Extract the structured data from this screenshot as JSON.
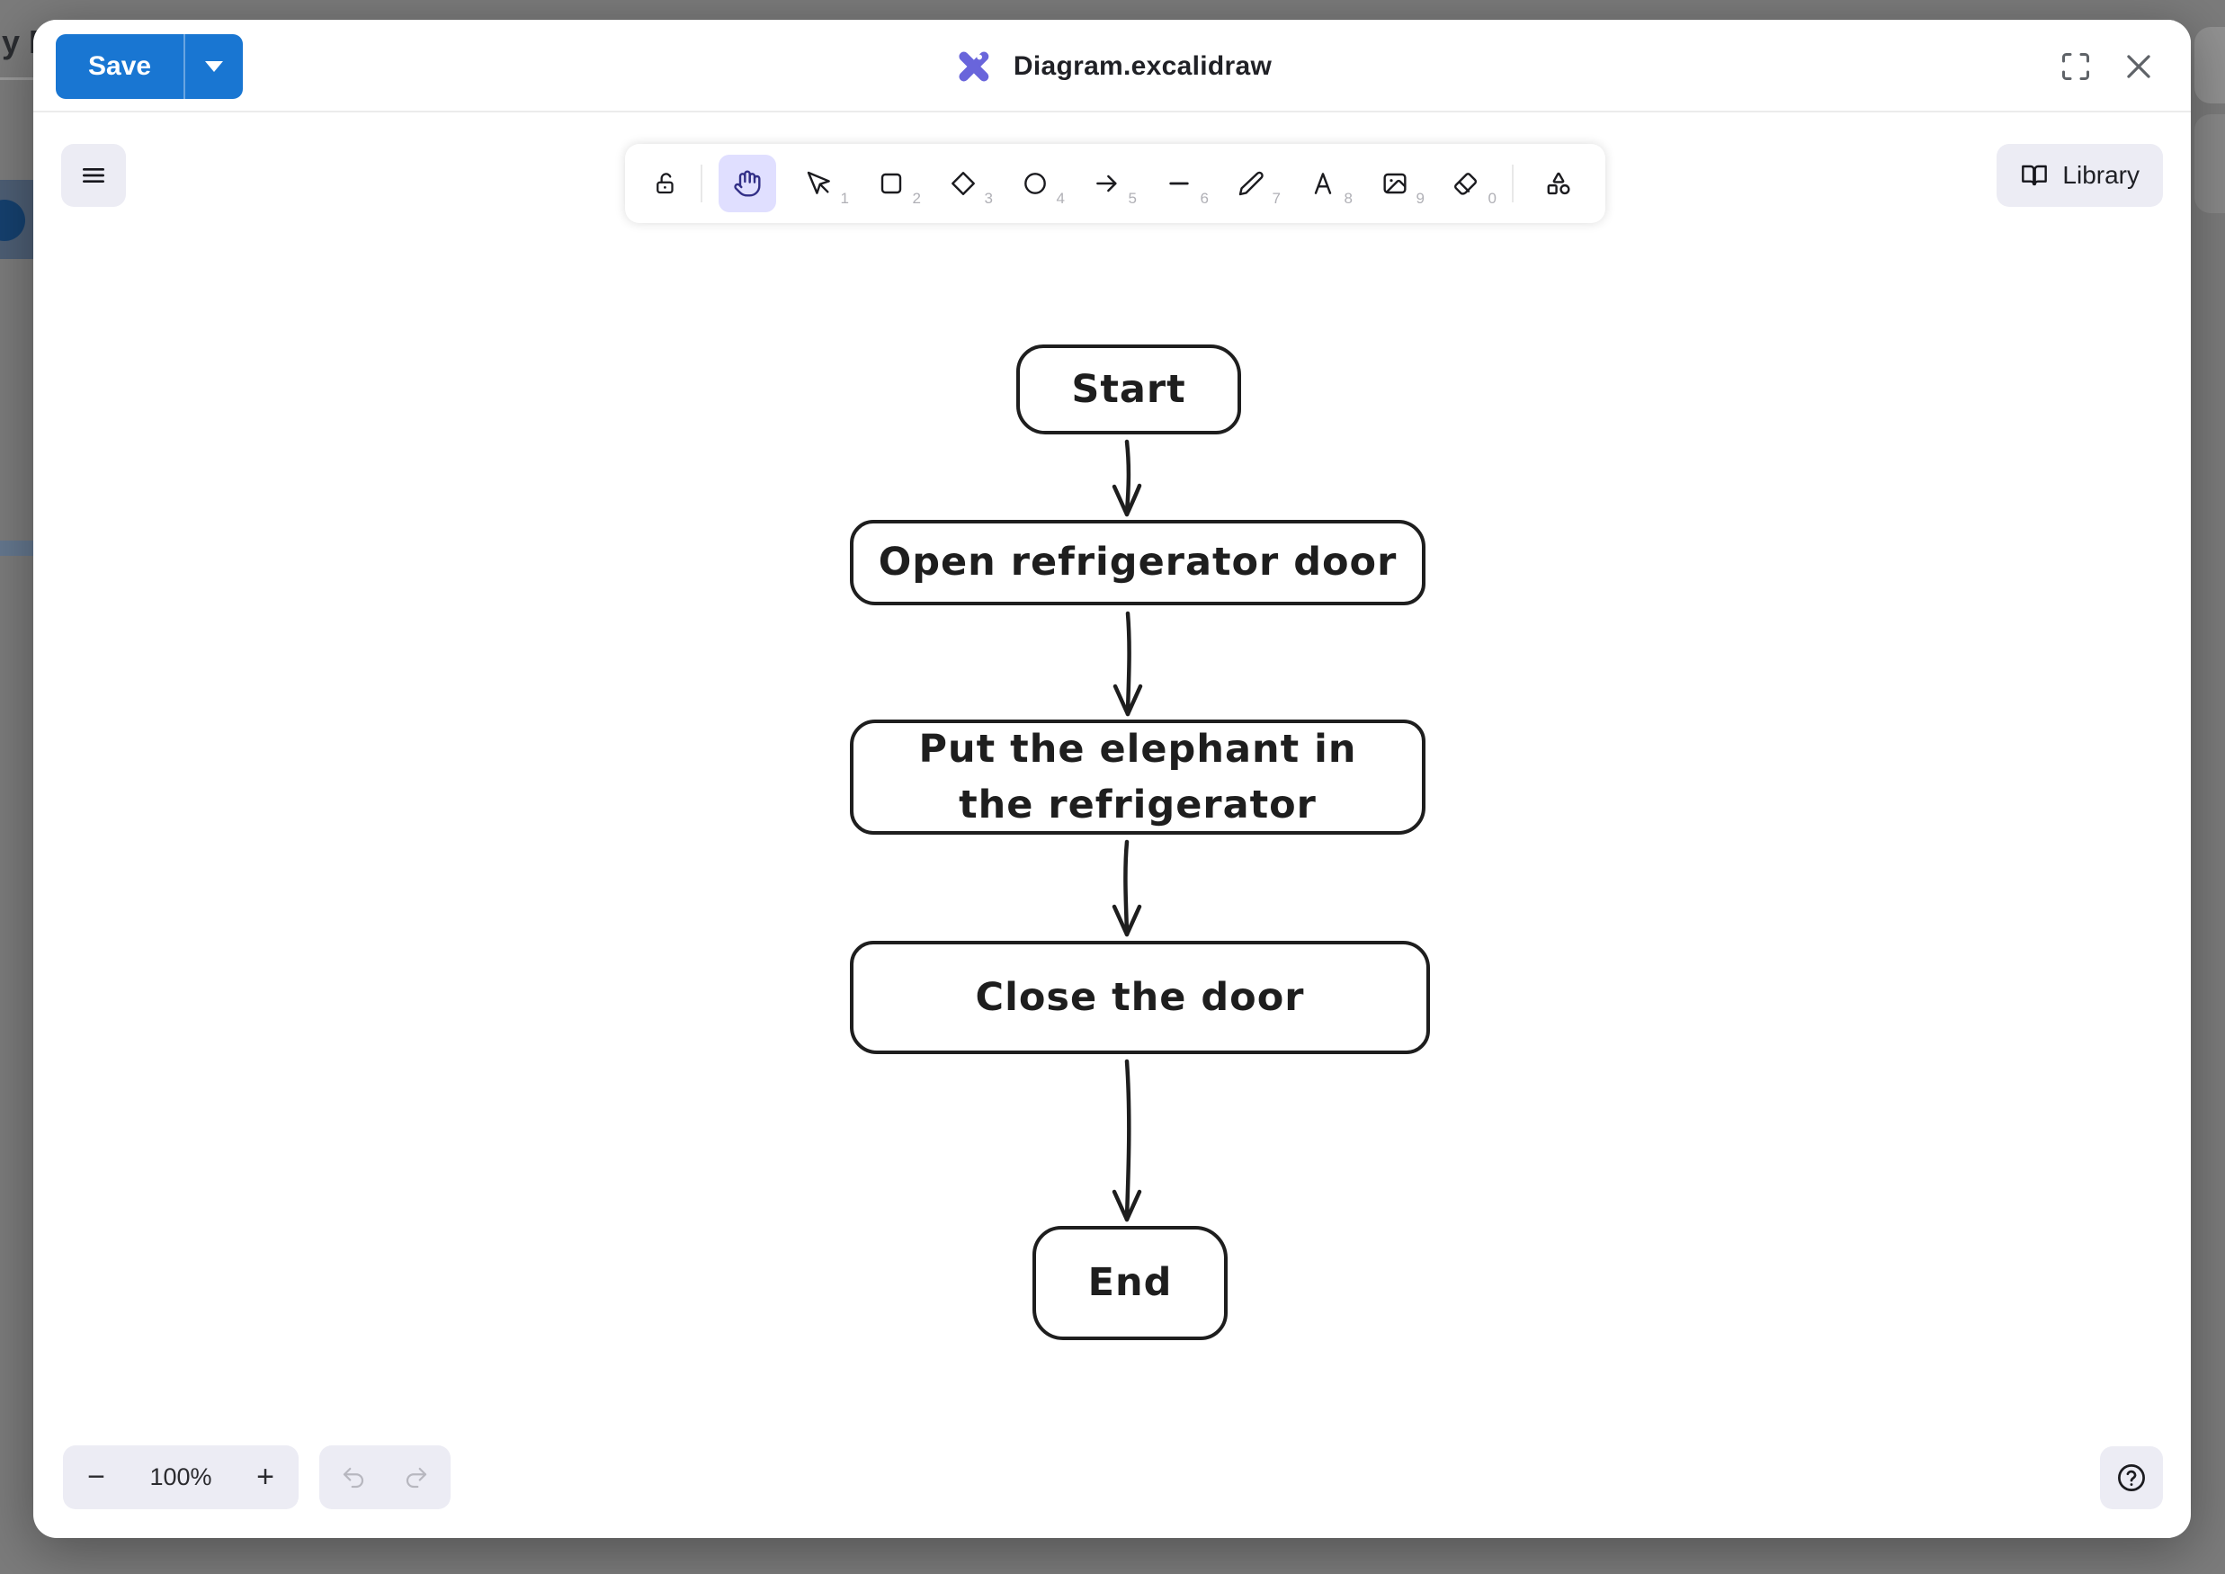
{
  "backdrop": {
    "clipped_text": "ly F"
  },
  "header": {
    "save_label": "Save",
    "title": "Diagram.excalidraw"
  },
  "toolbar": {
    "tools": [
      {
        "name": "lock",
        "shortcut": "",
        "selected": false
      },
      {
        "name": "hand",
        "shortcut": "",
        "selected": true
      },
      {
        "name": "selection",
        "shortcut": "1",
        "selected": false
      },
      {
        "name": "rectangle",
        "shortcut": "2",
        "selected": false
      },
      {
        "name": "diamond",
        "shortcut": "3",
        "selected": false
      },
      {
        "name": "ellipse",
        "shortcut": "4",
        "selected": false
      },
      {
        "name": "arrow",
        "shortcut": "5",
        "selected": false
      },
      {
        "name": "line",
        "shortcut": "6",
        "selected": false
      },
      {
        "name": "draw",
        "shortcut": "7",
        "selected": false
      },
      {
        "name": "text",
        "shortcut": "8",
        "selected": false
      },
      {
        "name": "image",
        "shortcut": "9",
        "selected": false
      },
      {
        "name": "eraser",
        "shortcut": "0",
        "selected": false
      },
      {
        "name": "shapes",
        "shortcut": "",
        "selected": false
      }
    ]
  },
  "library": {
    "label": "Library"
  },
  "canvas": {
    "nodes": [
      {
        "id": "start",
        "label": "Start"
      },
      {
        "id": "open-door",
        "label": "Open refrigerator door"
      },
      {
        "id": "put-elephant",
        "label": "Put the elephant in the refrigerator"
      },
      {
        "id": "close-door",
        "label": "Close the door"
      },
      {
        "id": "end",
        "label": "End"
      }
    ],
    "edges": [
      {
        "from": "start",
        "to": "open-door"
      },
      {
        "from": "open-door",
        "to": "put-elephant"
      },
      {
        "from": "put-elephant",
        "to": "close-door"
      },
      {
        "from": "close-door",
        "to": "end"
      }
    ]
  },
  "footer": {
    "zoom_out_label": "−",
    "zoom_level": "100%",
    "zoom_in_label": "+"
  },
  "colors": {
    "accent_blue": "#1976d2",
    "logo_purple": "#6965db",
    "selected_tool_bg": "#e0dfff",
    "soft_button_bg": "#ececf4",
    "canvas_stroke": "#1e1e1e"
  }
}
